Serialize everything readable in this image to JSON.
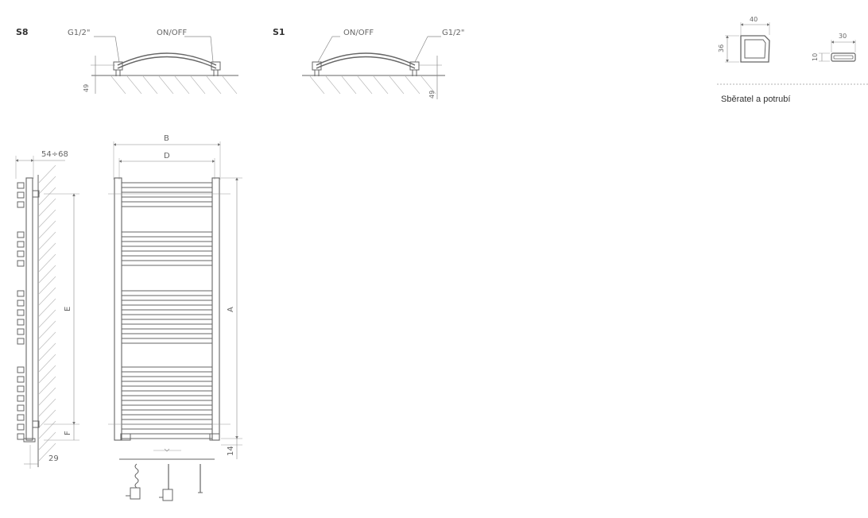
{
  "variants": {
    "s8": {
      "code": "S8",
      "left_label": "G1/2\"",
      "right_label": "ON/OFF",
      "offset": "49"
    },
    "s1": {
      "code": "S1",
      "left_label": "ON/OFF",
      "right_label": "G1/2\"",
      "offset": "49"
    }
  },
  "profiles": {
    "collector": {
      "width": "40",
      "height": "36"
    },
    "pipe": {
      "width": "30",
      "height": "10"
    },
    "caption": "Sběratel a potrubí"
  },
  "side_view": {
    "depth": "54÷68",
    "connection_height": "E",
    "bottom_offset": "F",
    "wall_offset": "29"
  },
  "front_view": {
    "overall_width": "B",
    "axis_spacing": "D",
    "overall_height": "A",
    "bottom_height": "14"
  },
  "colors": {
    "line": "#666666",
    "hatch": "#aaaaaa",
    "dim": "#888888"
  }
}
